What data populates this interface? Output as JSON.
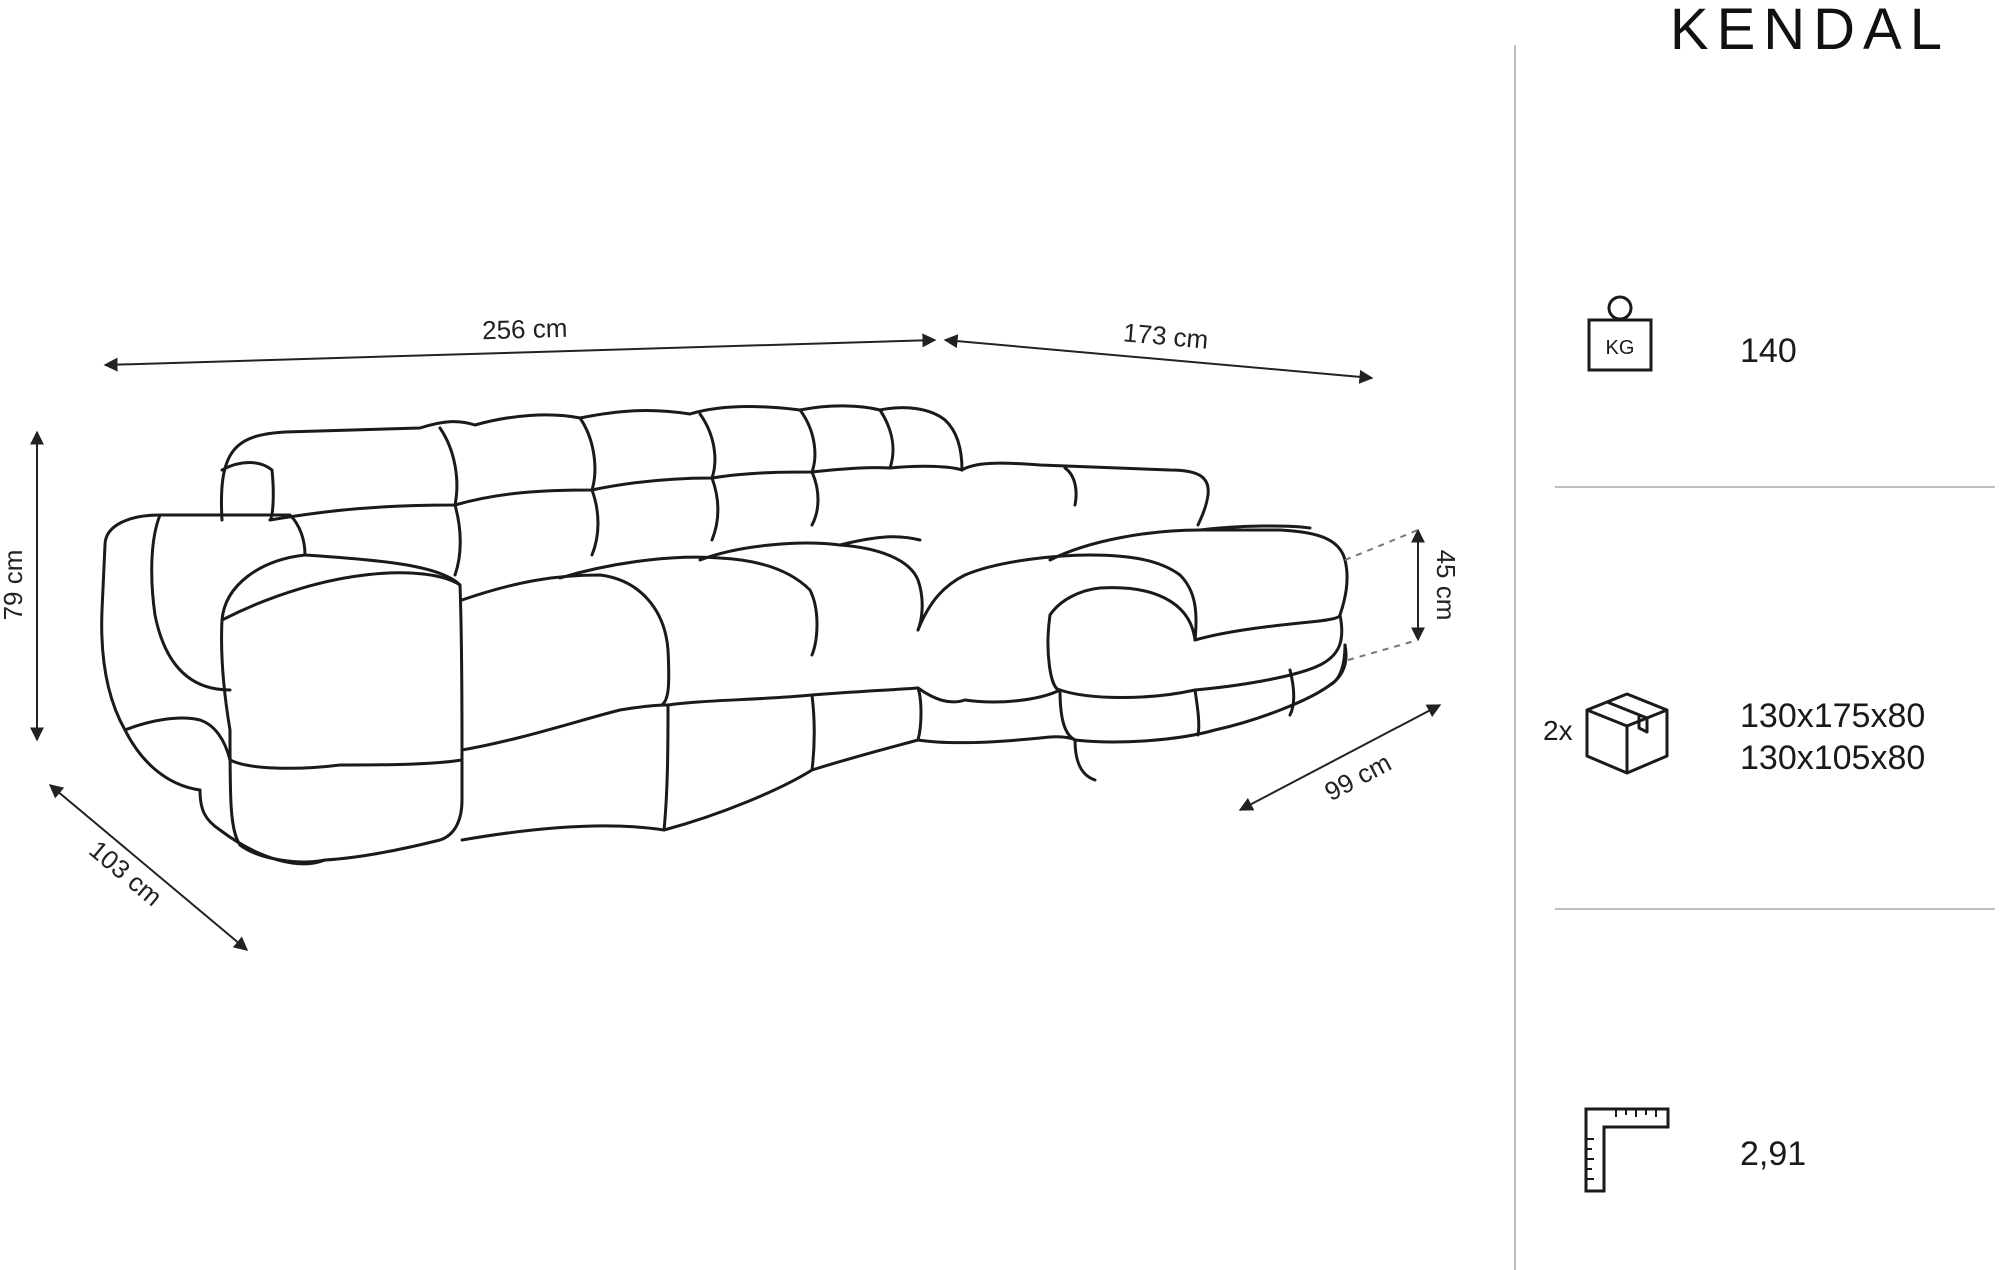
{
  "product": {
    "name": "KENDAL"
  },
  "dimensions": {
    "width_main": "256 cm",
    "width_chaise": "173 cm",
    "height_back": "79 cm",
    "height_seat": "45 cm",
    "depth_main": "103 cm",
    "depth_chaise": "99 cm"
  },
  "specs": {
    "weight": {
      "icon": "kg-weight-icon",
      "icon_label": "KG",
      "value": "140"
    },
    "packages": {
      "icon": "box-icon",
      "count": "2x",
      "sizes": [
        "130x175x80",
        "130x105x80"
      ]
    },
    "area": {
      "icon": "ruler-corner-icon",
      "value": "2,91"
    }
  },
  "colors": {
    "line": "#1a1a1a",
    "divider": "#bfbfbf",
    "background": "#ffffff"
  }
}
